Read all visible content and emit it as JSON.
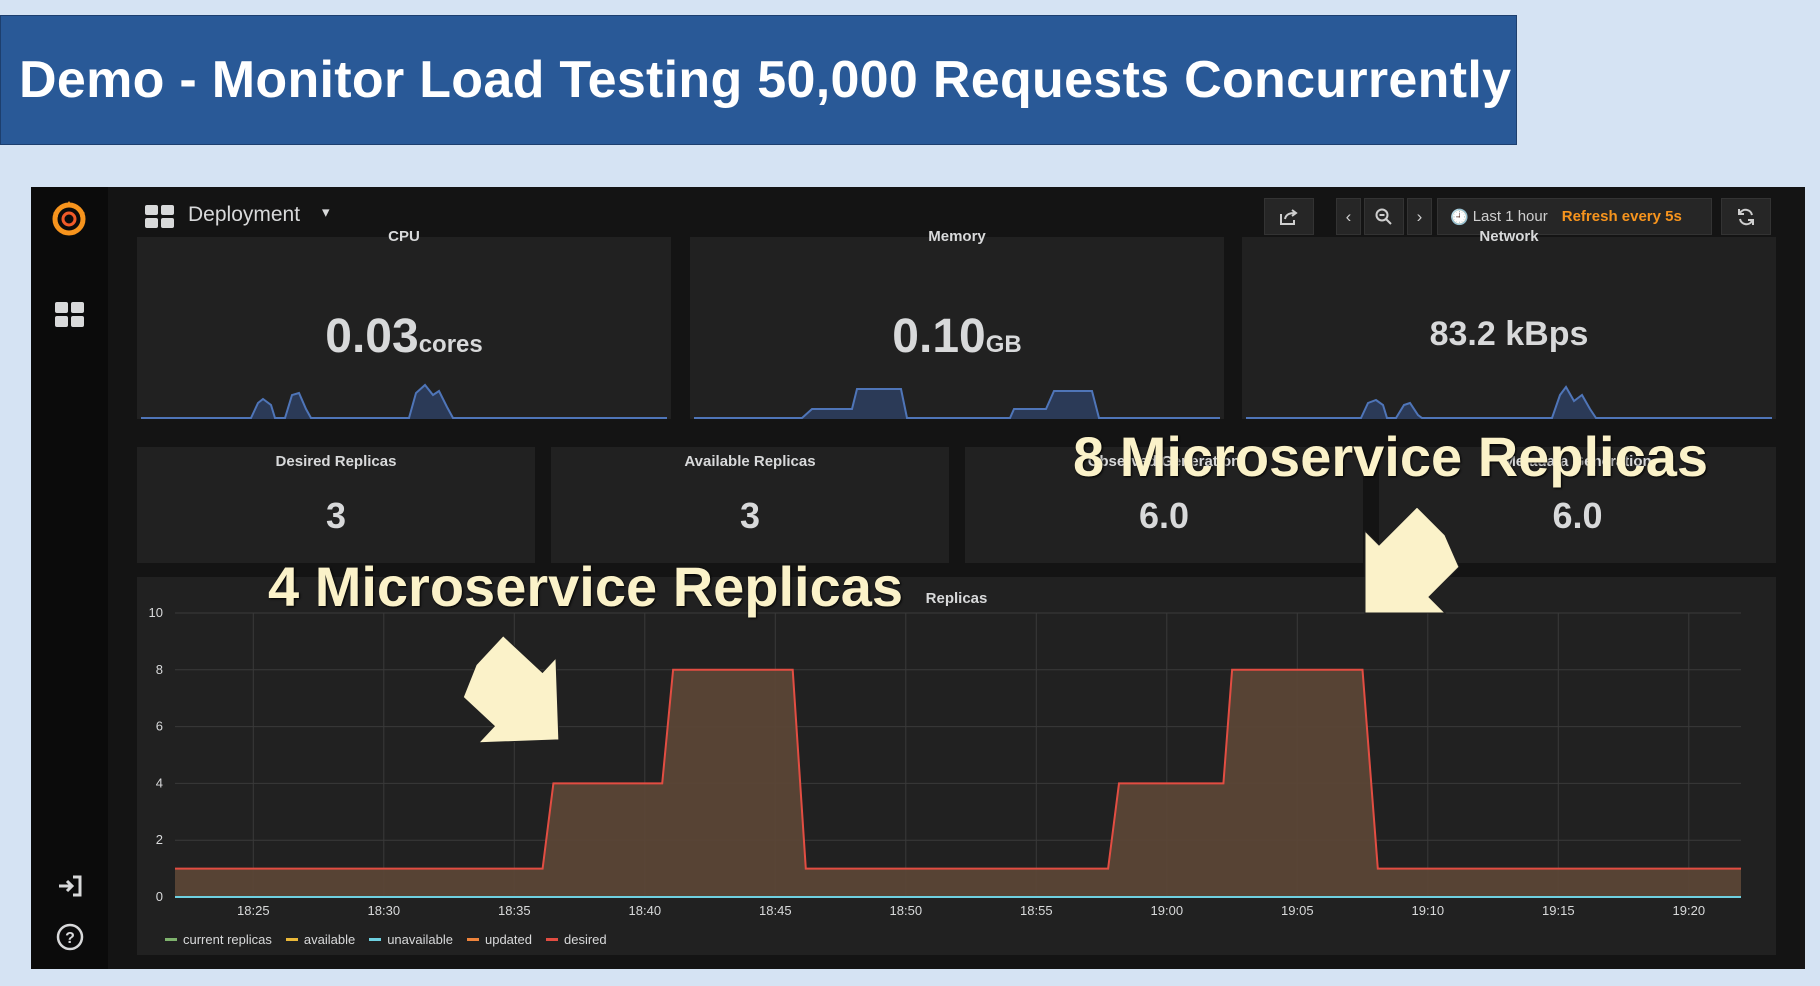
{
  "slide": {
    "title": "Demo - Monitor Load Testing 50,000 Requests Concurrently"
  },
  "dashboard": {
    "name": "Deployment",
    "time_range": "Last 1 hour",
    "refresh": "Refresh every 5s"
  },
  "stat_panels": [
    {
      "title": "CPU",
      "value": "0.03",
      "unit": "cores"
    },
    {
      "title": "Memory",
      "value": "0.10",
      "unit": "GB"
    },
    {
      "title": "Network",
      "value": "83.2 kBps",
      "unit": ""
    }
  ],
  "single_stats": [
    {
      "title": "Desired Replicas",
      "value": "3"
    },
    {
      "title": "Available Replicas",
      "value": "3"
    },
    {
      "title": "Observed Generation",
      "value": "6.0"
    },
    {
      "title": "Metadata Generation",
      "value": "6.0"
    }
  ],
  "overlays": {
    "label_4": "4 Microservice Replicas",
    "label_8": "8 Microservice Replicas"
  },
  "colors": {
    "grafana_orange": "#f7941d",
    "desired": "#e24d42",
    "fill": "#5b4636",
    "current": "#7eb26d",
    "available": "#eab839",
    "unavailable": "#6ed0e0",
    "updated": "#ef843c"
  },
  "chart_data": {
    "type": "area",
    "title": "Replicas",
    "xlabel": "",
    "ylabel": "",
    "ylim": [
      0,
      10
    ],
    "y_ticks": [
      "0",
      "2",
      "4",
      "6",
      "8",
      "10"
    ],
    "x_ticks": [
      "18:25",
      "18:30",
      "18:35",
      "18:40",
      "18:45",
      "18:50",
      "18:55",
      "19:00",
      "19:05",
      "19:10",
      "19:15",
      "19:20"
    ],
    "x_range": [
      "18:22",
      "19:22"
    ],
    "series": [
      {
        "name": "desired",
        "color": "#e24d42",
        "x": [
          "18:22",
          "18:36:05",
          "18:36:30",
          "18:40:40",
          "18:41:05",
          "18:45:40",
          "18:46:10",
          "18:57:45",
          "18:58:10",
          "19:02:10",
          "19:02:30",
          "19:07:30",
          "19:08:05",
          "19:22"
        ],
        "values": [
          1,
          1,
          4,
          4,
          8,
          8,
          1,
          1,
          4,
          4,
          8,
          8,
          1,
          1
        ]
      },
      {
        "name": "unavailable",
        "color": "#6ed0e0",
        "x": [
          "18:22",
          "19:22"
        ],
        "values": [
          0,
          0
        ]
      }
    ],
    "legend": [
      "current replicas",
      "available",
      "unavailable",
      "updated",
      "desired"
    ],
    "legend_position": "bottom-left"
  }
}
